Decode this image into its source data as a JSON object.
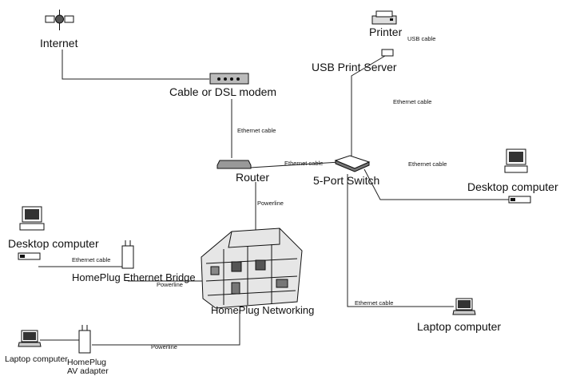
{
  "nodes": {
    "internet": "Internet",
    "modem": "Cable or DSL modem",
    "router": "Router",
    "switch": "5-Port Switch",
    "printer": "Printer",
    "print_server": "USB Print Server",
    "desktop_left": "Desktop computer",
    "desktop_right": "Desktop computer",
    "laptop_right": "Laptop computer",
    "laptop_left": "Laptop computer",
    "ethernet_bridge": "HomePlug Ethernet Bridge",
    "homeplug_networking": "HomePlug Networking",
    "av_adapter": "HomePlug\nAV adapter"
  },
  "links": {
    "usb_cable": "USB cable",
    "eth_modem_router": "Ethernet cable",
    "eth_router_switch": "Ethernet cable",
    "eth_printserver_switch": "Ethernet cable",
    "eth_switch_desktop": "Ethernet cable",
    "eth_switch_laptop": "Ethernet cable",
    "eth_bridge_desktop": "Ethernet cable",
    "powerline_router_house": "Powerline",
    "powerline_bridge_house": "Powerline",
    "powerline_adapter_house": "Powerline"
  }
}
